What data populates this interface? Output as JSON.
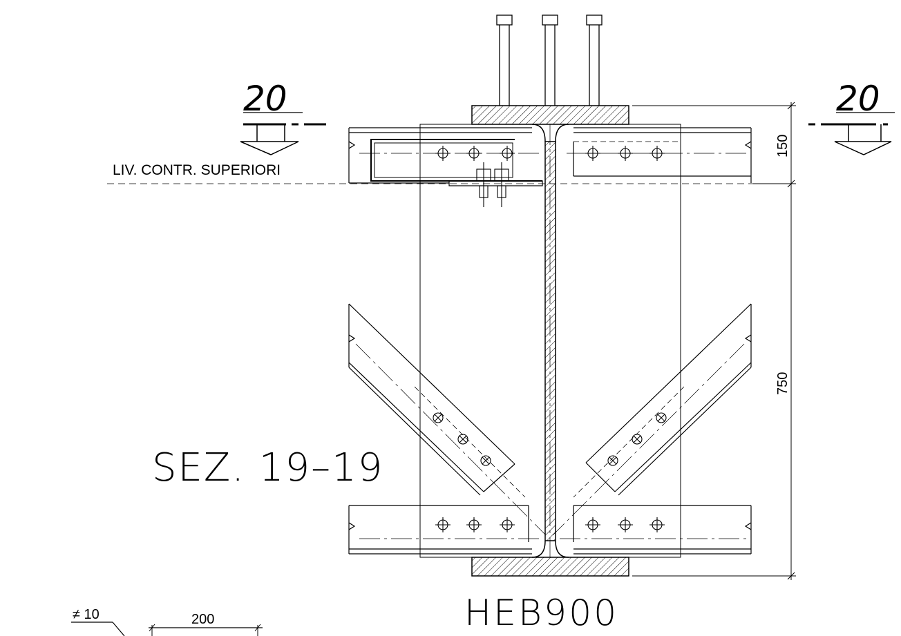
{
  "drawing": {
    "section_title": "SEZ. 19–19",
    "section_cut_label_left": "20",
    "section_cut_label_right": "20",
    "level_label": "LIV. CONTR. SUPERIORI",
    "beam_label": "HEB900",
    "dim_top": "150",
    "dim_main": "750",
    "plate_thickness_label": "≠ 10",
    "dim_plate_width": "200"
  }
}
